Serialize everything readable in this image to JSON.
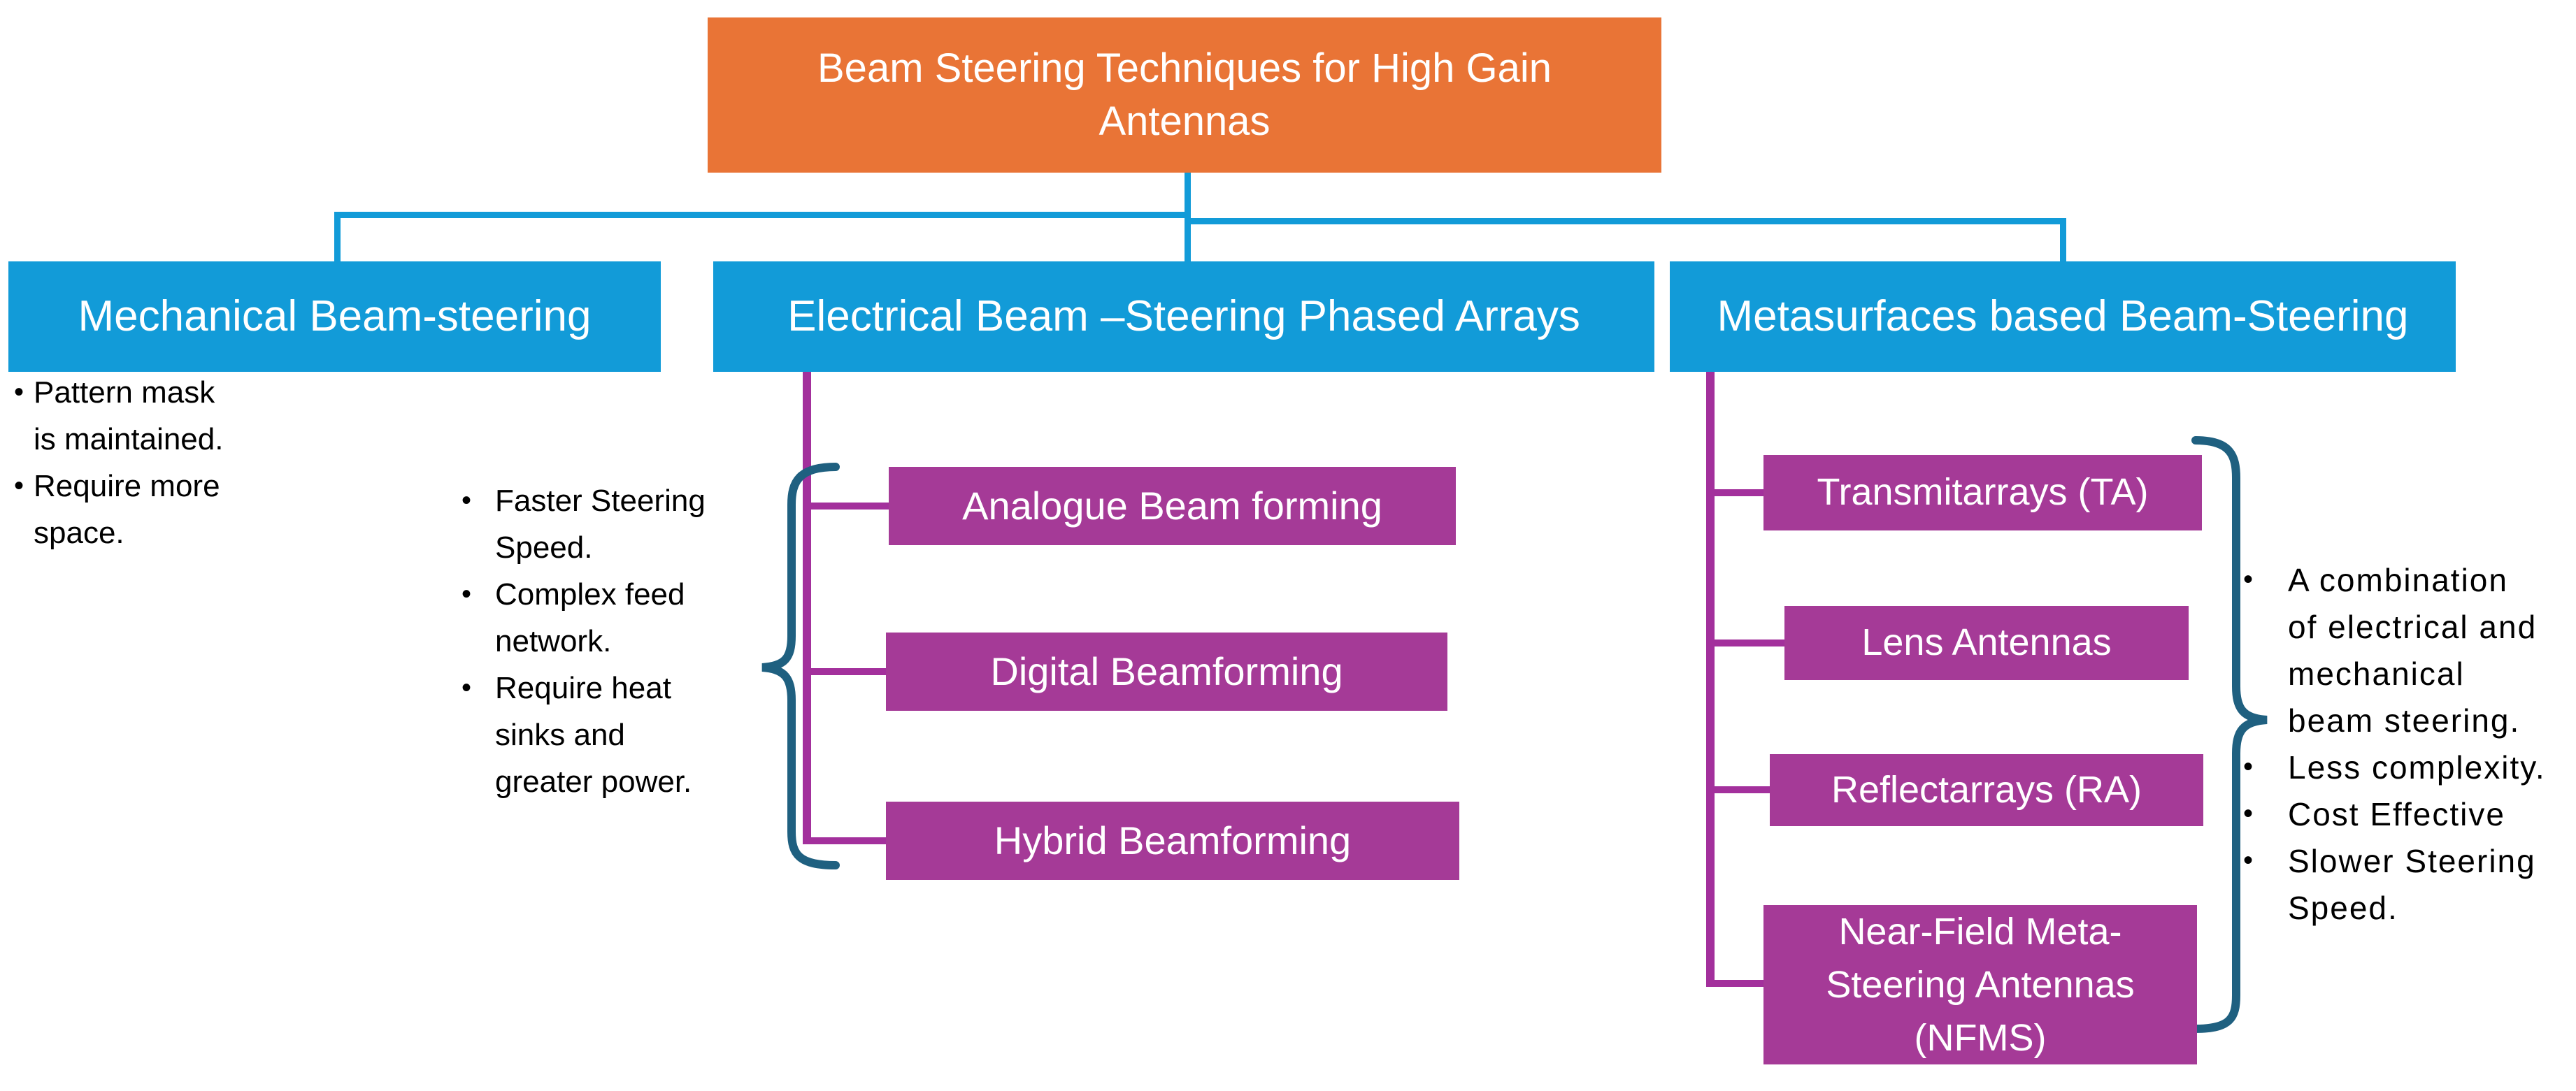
{
  "colors": {
    "root_fill": "#E97436",
    "level1_fill": "#129BD8",
    "child_fill": "#A53A97",
    "blue_connector": "#129BD8",
    "magenta_connector": "#A3309C",
    "brace": "#1F6080",
    "box_text": "#FFFFFF",
    "note_text": "#000000"
  },
  "root": {
    "line1": "Beam Steering Techniques for High Gain",
    "line2": "Antennas"
  },
  "level1": [
    {
      "label": "Mechanical Beam-steering"
    },
    {
      "label": "Electrical Beam –Steering Phased Arrays"
    },
    {
      "label": "Metasurfaces based Beam-Steering"
    }
  ],
  "notes": {
    "mechanical": [
      {
        "bullet": true,
        "text": "Pattern mask"
      },
      {
        "bullet": false,
        "text": "is maintained."
      },
      {
        "bullet": true,
        "text": "Require more"
      },
      {
        "bullet": false,
        "text": "space."
      }
    ],
    "electrical": [
      {
        "bullet": true,
        "text": "Faster Steering"
      },
      {
        "bullet": false,
        "text": "Speed."
      },
      {
        "bullet": true,
        "text": "Complex feed"
      },
      {
        "bullet": false,
        "text": "network."
      },
      {
        "bullet": true,
        "text": "Require heat"
      },
      {
        "bullet": false,
        "text": "sinks and"
      },
      {
        "bullet": false,
        "text": "greater power."
      }
    ],
    "metasurfaces": [
      {
        "bullet": true,
        "text": "A combination"
      },
      {
        "bullet": false,
        "text": "of electrical and"
      },
      {
        "bullet": false,
        "text": "mechanical"
      },
      {
        "bullet": false,
        "text": "beam steering."
      },
      {
        "bullet": true,
        "text": "Less complexity."
      },
      {
        "bullet": true,
        "text": "Cost Effective"
      },
      {
        "bullet": true,
        "text": "Slower Steering"
      },
      {
        "bullet": false,
        "text": "Speed."
      }
    ]
  },
  "electrical_children": [
    {
      "label": "Analogue Beam forming"
    },
    {
      "label": "Digital Beamforming"
    },
    {
      "label": "Hybrid Beamforming"
    }
  ],
  "metasurfaces_children": [
    {
      "label": "Transmitarrays (TA)"
    },
    {
      "label": "Lens Antennas"
    },
    {
      "label": "Reflectarrays (RA)"
    },
    {
      "lines": [
        "Near-Field Meta-",
        "Steering Antennas",
        "(NFMS)"
      ]
    }
  ]
}
